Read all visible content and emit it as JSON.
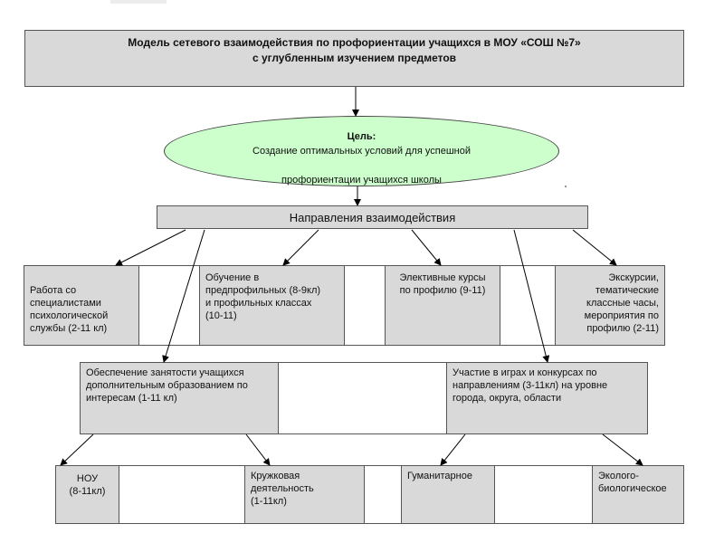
{
  "title": {
    "line1": "Модель сетевого взаимодействия по профориентации учащихся в МОУ «СОШ №7»",
    "line2": "с углубленным изучением предметов"
  },
  "goal": {
    "label": "Цель:",
    "line1": "Создание оптимальных условий для успешной",
    "line2": "профориентации учащихся школы"
  },
  "directions": {
    "label": "Направления взаимодействия"
  },
  "row1": {
    "specialists": [
      "Работа со",
      "специалистами",
      "психологической",
      "службы (2-11 кл)"
    ],
    "profile_classes": [
      "Обучение в",
      "предпрофильных (8-9кл)",
      "и профильных классах",
      "(10-11)"
    ],
    "elective": [
      "Элективные курсы",
      "по профилю (9-11)"
    ],
    "excursions": [
      "Экскурсии,",
      "тематические",
      "классные часы,",
      "мероприятия по",
      "профилю (2-11)"
    ]
  },
  "row2": {
    "employment": [
      "Обеспечение занятости учащихся",
      "дополнительным образованием по",
      "интересам (1-11 кл)"
    ],
    "games": [
      "Участие в играх и конкурсах по",
      "направлениям (3-11кл) на уровне",
      "города, округа, области"
    ]
  },
  "row3": {
    "nou": [
      "НОУ",
      "(8-11кл)"
    ],
    "circle": [
      "Кружковая",
      "деятельность",
      "(1-11кл)"
    ],
    "humanitarian": "Гуманитарное",
    "ecological": [
      "Эколого-",
      "биологическое"
    ]
  }
}
